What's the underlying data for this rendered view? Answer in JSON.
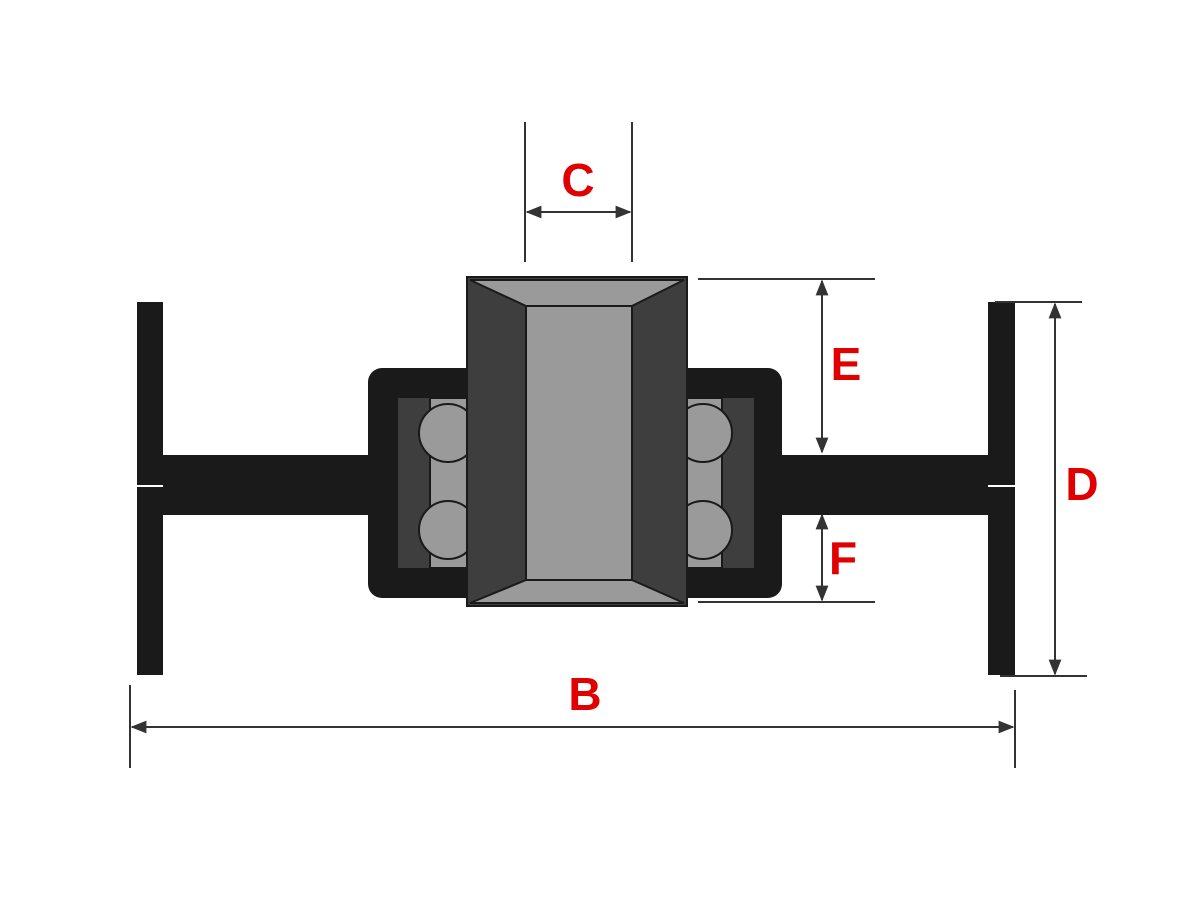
{
  "diagram": {
    "labels": {
      "C": "C",
      "E": "E",
      "F": "F",
      "D": "D",
      "B": "B"
    },
    "colors": {
      "label": "#e00000",
      "dark": "#1a1a1a",
      "mid": "#3e3e3e",
      "light": "#9a9a9a",
      "line": "#333333"
    }
  }
}
